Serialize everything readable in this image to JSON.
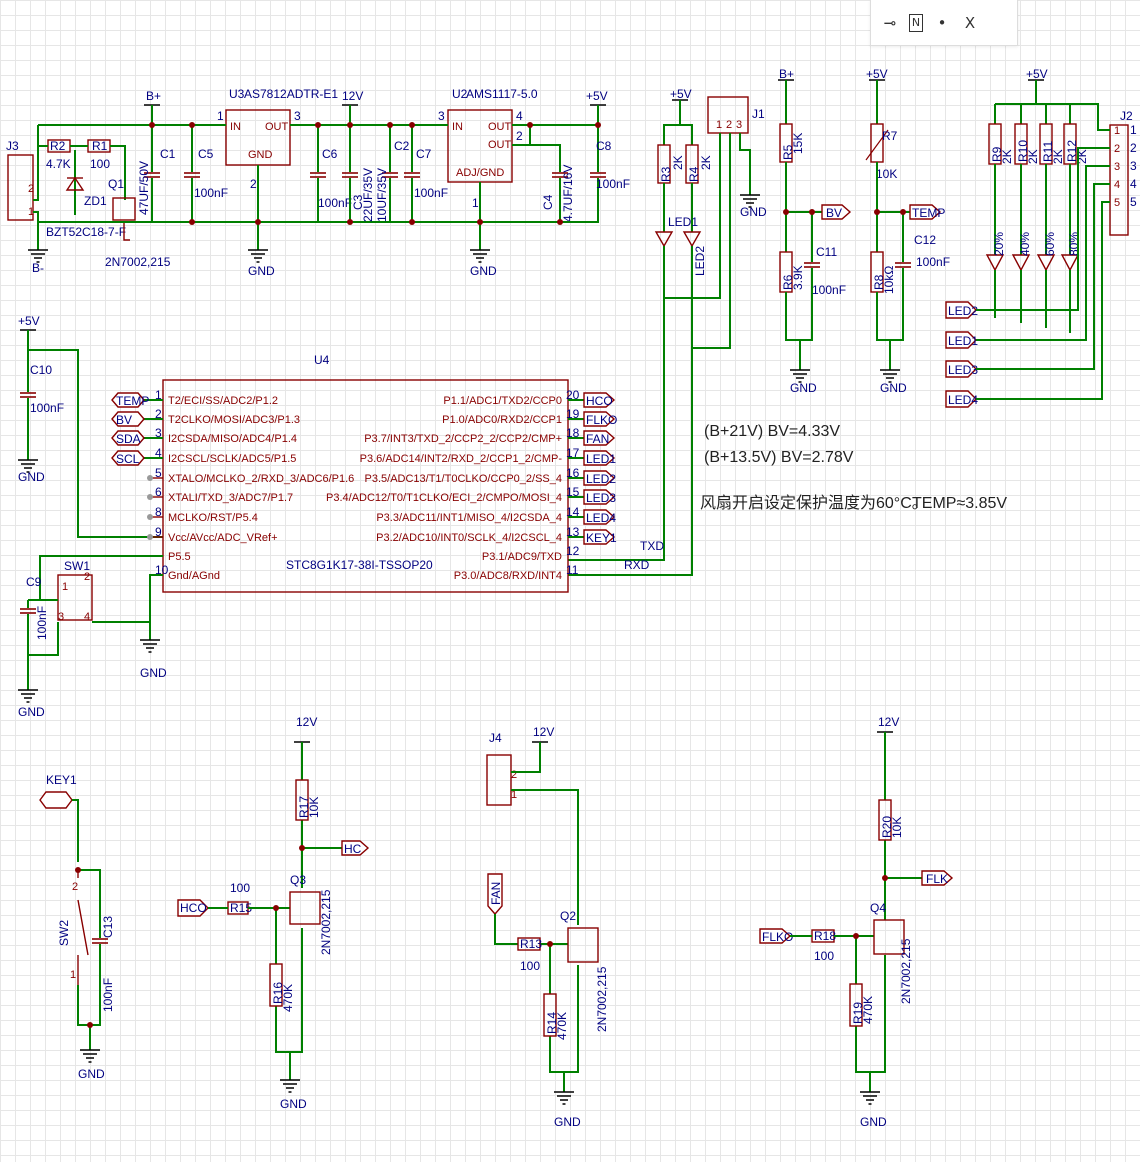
{
  "toolbar": {
    "icons": [
      "pin-icon",
      "net-port-icon",
      "junction-dot-icon",
      "no-connect-icon"
    ],
    "glyphs": [
      "⊸",
      "N",
      "•",
      "X"
    ]
  },
  "power": {
    "j3": "J3",
    "j3_pins": [
      "2",
      "1"
    ],
    "r2": "R2",
    "r2_val": "4.7K",
    "r1": "R1",
    "r1_val": "100",
    "zd1": "ZD1",
    "zd1_part": "BZT52C18-7-F",
    "q1": "Q1",
    "q1_part": "2N7002,215",
    "bminus": "B-",
    "bplus": "B+",
    "c1": "C1",
    "c1_val": "47UF/50V",
    "c5": "C5",
    "c5_val": "100nF",
    "u3": "U3",
    "u3_part": "AS7812ADTR-E1",
    "u3_in": "IN",
    "u3_out": "OUT",
    "u3_gnd": "GND",
    "u3_pin1": "1",
    "u3_pin3": "3",
    "u3_pin2": "2",
    "v12": "12V",
    "c6": "C6",
    "c6_val": "100nF",
    "c3": "C3",
    "c3_val": "22UF/35V",
    "c2": "C2",
    "c2_val": "10UF/35V",
    "c7": "C7",
    "c7_val": "100nF",
    "u2": "U2",
    "u2_part": "AMS1117-5.0",
    "u2_in": "IN",
    "u2_out": "OUT",
    "u2_adj": "ADJ/GND",
    "u2_pin3": "3",
    "u2_pin4": "4",
    "u2_pin2": "2",
    "u2_pin1": "1",
    "v5": "+5V",
    "c4": "C4",
    "c4_val": "4.7UF/16V",
    "c8": "C8",
    "c8_val": "100nF",
    "gnd": "GND"
  },
  "uart": {
    "v5": "+5V",
    "r3": "R3",
    "r3_val": "2K",
    "r4": "R4",
    "r4_val": "2K",
    "led1": "LED1",
    "led2": "LED2",
    "j1": "J1",
    "j1_pins": [
      "1",
      "2",
      "3"
    ],
    "gnd": "GND"
  },
  "bv": {
    "bplus": "B+",
    "r5": "R5",
    "r5_val": "15K",
    "r6": "R6",
    "r6_val": "3.9K",
    "c11": "C11",
    "c11_val": "100nF",
    "net": "BV",
    "gnd": "GND"
  },
  "temp": {
    "v5": "+5V",
    "r7": "R7",
    "r7_val": "10K",
    "r8": "R8",
    "r8_val": "10kΩ",
    "c12": "C12",
    "c12_val": "100nF",
    "net": "TEMP",
    "gnd": "GND"
  },
  "leds": {
    "v5": "+5V",
    "j2": "J2",
    "resistors": [
      "R9",
      "R10",
      "R11",
      "R12"
    ],
    "res_val": "2K",
    "labels": [
      "20%",
      "40%",
      "60%",
      "80%"
    ],
    "nets": [
      "LED2",
      "LED1",
      "LED3",
      "LED4"
    ],
    "j2_pins": [
      "1",
      "2",
      "3",
      "4",
      "5"
    ]
  },
  "mcu": {
    "c10": "C10",
    "c10_val": "100nF",
    "v5": "+5V",
    "gnd": "GND",
    "ref": "U4",
    "part": "STC8G1K17-38I-TSSOP20",
    "left_pins": [
      {
        "num": "1",
        "name": "T2/ECI/SS/ADC2/P1.2",
        "net": "TEMP"
      },
      {
        "num": "2",
        "name": "T2CLKO/MOSI/ADC3/P1.3",
        "net": "BV"
      },
      {
        "num": "3",
        "name": "I2CSDA/MISO/ADC4/P1.4",
        "net": "SDA"
      },
      {
        "num": "4",
        "name": "I2CSCL/SCLK/ADC5/P1.5",
        "net": "SCL"
      },
      {
        "num": "5",
        "name": "XTALO/MCLKO_2/RXD_3/ADC6/P1.6",
        "net": ""
      },
      {
        "num": "6",
        "name": "XTALI/TXD_3/ADC7/P1.7",
        "net": ""
      },
      {
        "num": "8",
        "name": "MCLKO/RST/P5.4",
        "net": ""
      },
      {
        "num": "9",
        "name": "Vcc/AVcc/ADC_VRef+",
        "net": ""
      },
      {
        "num": "",
        "name": "P5.5",
        "net": ""
      },
      {
        "num": "10",
        "name": "Gnd/AGnd",
        "net": ""
      }
    ],
    "right_pins": [
      {
        "num": "20",
        "name": "P1.1/ADC1/TXD2/CCP0",
        "net": "HCO"
      },
      {
        "num": "19",
        "name": "P1.0/ADC0/RXD2/CCP1",
        "net": "FLKO"
      },
      {
        "num": "18",
        "name": "P3.7/INT3/TXD_2/CCP2_2/CCP2/CMP+",
        "net": "FAN"
      },
      {
        "num": "17",
        "name": "P3.6/ADC14/INT2/RXD_2/CCP1_2/CMP-",
        "net": "LED1"
      },
      {
        "num": "16",
        "name": "P3.5/ADC13/T1/T0CLKO/CCP0_2/SS_4",
        "net": "LED2"
      },
      {
        "num": "15",
        "name": "P3.4/ADC12/T0/T1CLKO/ECI_2/CMPO/MOSI_4",
        "net": "LED3"
      },
      {
        "num": "14",
        "name": "P3.3/ADC11/INT1/MISO_4/I2CSDA_4",
        "net": "LED4"
      },
      {
        "num": "13",
        "name": "P3.2/ADC10/INT0/SCLK_4/I2CSCL_4",
        "net": "KEY1"
      },
      {
        "num": "12",
        "name": "P3.1/ADC9/TXD",
        "net": "TXD"
      },
      {
        "num": "11",
        "name": "P3.0/ADC8/RXD/INT4",
        "net": "RXD"
      }
    ],
    "sw1": "SW1",
    "sw1_pins": [
      "1",
      "2",
      "3",
      "4"
    ],
    "c9": "C9",
    "c9_val": "100nF"
  },
  "notes": {
    "line1": "(B+21V)   BV=4.33V",
    "line2": "(B+13.5V) BV=2.78V",
    "line3": "风扇开启设定保护温度为60°C。",
    "line4": "TEMP≈3.85V"
  },
  "key": {
    "net": "KEY1",
    "sw": "SW2",
    "c13": "C13",
    "c13_val": "100nF",
    "gnd": "GND",
    "pin1": "1",
    "pin2": "2"
  },
  "hc": {
    "v12": "12V",
    "r17": "R17",
    "r17_val": "10K",
    "net_out": "HC",
    "net_in": "HCO",
    "r15": "R15",
    "r15_val": "100",
    "r16": "R16",
    "r16_val": "470K",
    "q3": "Q3",
    "q_part": "2N7002,215",
    "gnd": "GND"
  },
  "fan": {
    "j4": "J4",
    "j4_pins": [
      "2",
      "1"
    ],
    "v12": "12V",
    "net_in": "FAN",
    "r13": "R13",
    "r13_val": "100",
    "r14": "R14",
    "r14_val": "470K",
    "q2": "Q2",
    "q_part": "2N7002,215",
    "gnd": "GND"
  },
  "flk": {
    "v12": "12V",
    "r20": "R20",
    "r20_val": "10K",
    "net_out": "FLK",
    "net_in": "FLKO",
    "r18": "R18",
    "r18_val": "100",
    "r19": "R19",
    "r19_val": "470K",
    "q4": "Q4",
    "q_part": "2N7002,215",
    "gnd": "GND"
  }
}
